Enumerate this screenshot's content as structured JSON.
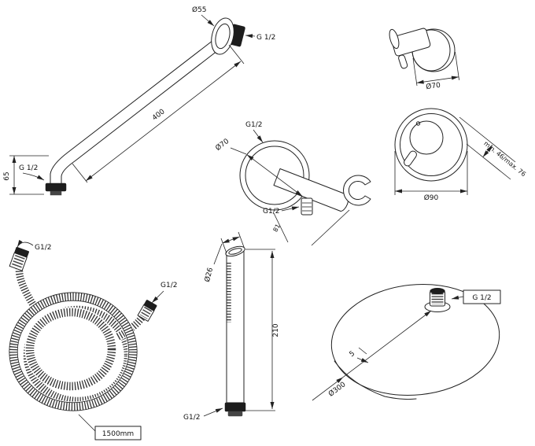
{
  "drawing": {
    "shower_arm": {
      "flange_diameter": "Ø55",
      "wall_thread": "G 1/2",
      "outlet_thread": "G 1/2",
      "length": "400",
      "drop_height": "65"
    },
    "wall_elbow": {
      "top_thread": "G1/2",
      "flange_diameter": "Ø70",
      "outlet_thread": "G1/2",
      "depth": "81"
    },
    "mixer_side_view": {
      "diameter": "Ø70"
    },
    "mixer_front_view": {
      "diameter": "Ø90",
      "depth_range": "min. 46/max. 76"
    },
    "hose": {
      "end_thread_a": "G1/2",
      "end_thread_b": "G1/2",
      "length": "1500mm"
    },
    "hand_shower": {
      "diameter": "Ø26",
      "length": "210",
      "thread": "G1/2"
    },
    "head_shower": {
      "thread": "G 1/2",
      "diameter": "Ø300",
      "thickness": "5"
    }
  }
}
